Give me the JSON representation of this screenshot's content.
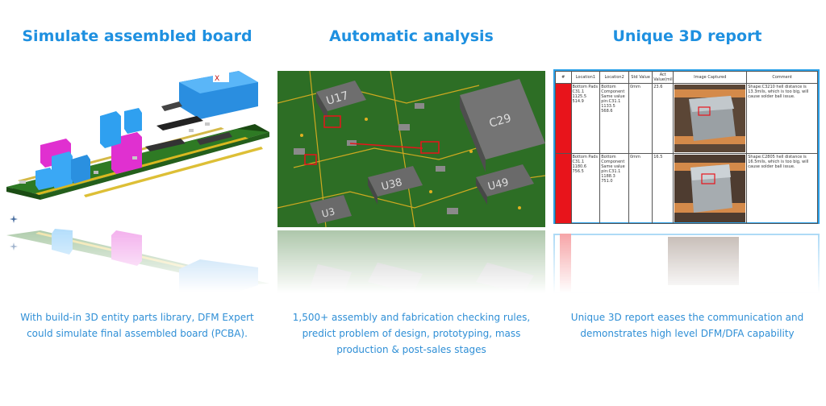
{
  "panels": [
    {
      "title": "Simulate assembled board",
      "description": "With build-in 3D entity parts library, DFM Expert could simulate final assembled board (PCBA).",
      "image": "3d-assembled-pcb-render"
    },
    {
      "title": "Automatic analysis",
      "description": "1,500+ assembly and fabrication checking rules, predict problem of design, prototyping, mass production & post-sales stages",
      "image": "pcb-closeup-analysis",
      "component_labels": [
        "U17",
        "C29",
        "U38",
        "U49",
        "U3"
      ]
    },
    {
      "title": "Unique 3D report",
      "description": "Unique 3D report eases the communication and demonstrates high level DFM/DFA capability",
      "image": "3d-report-table",
      "report": {
        "headers": [
          "#",
          "Location1",
          "Location2",
          "Std Value",
          "Act Value(mil)",
          "Image Captured",
          "Comment"
        ],
        "rows": [
          {
            "location1": "Bottom Pads C31.1 1125.5 514.9",
            "location2": "Bottom Component Same value pin:C31.1 1133.5 568.6",
            "std": "0mm",
            "act": "23.6",
            "comment": "Shape:C3210 hell distance is 13.3mils, which is too big, will cause solder ball issue."
          },
          {
            "location1": "Bottom Pads C31.1 1180.6 756.5",
            "location2": "Bottom Component Same value pin:C31.1 1188.3 751.0",
            "std": "0mm",
            "act": "16.5",
            "comment": "Shape:C2805 hell distance is 16.5mils, which is too big, will cause solder ball issue."
          }
        ]
      }
    }
  ],
  "colors": {
    "title": "#1e90e0",
    "description": "#2f8fd6",
    "pcb_green": "#2f7a2a",
    "component_gray": "#6e6e6e",
    "marker_red": "#e8141b"
  }
}
